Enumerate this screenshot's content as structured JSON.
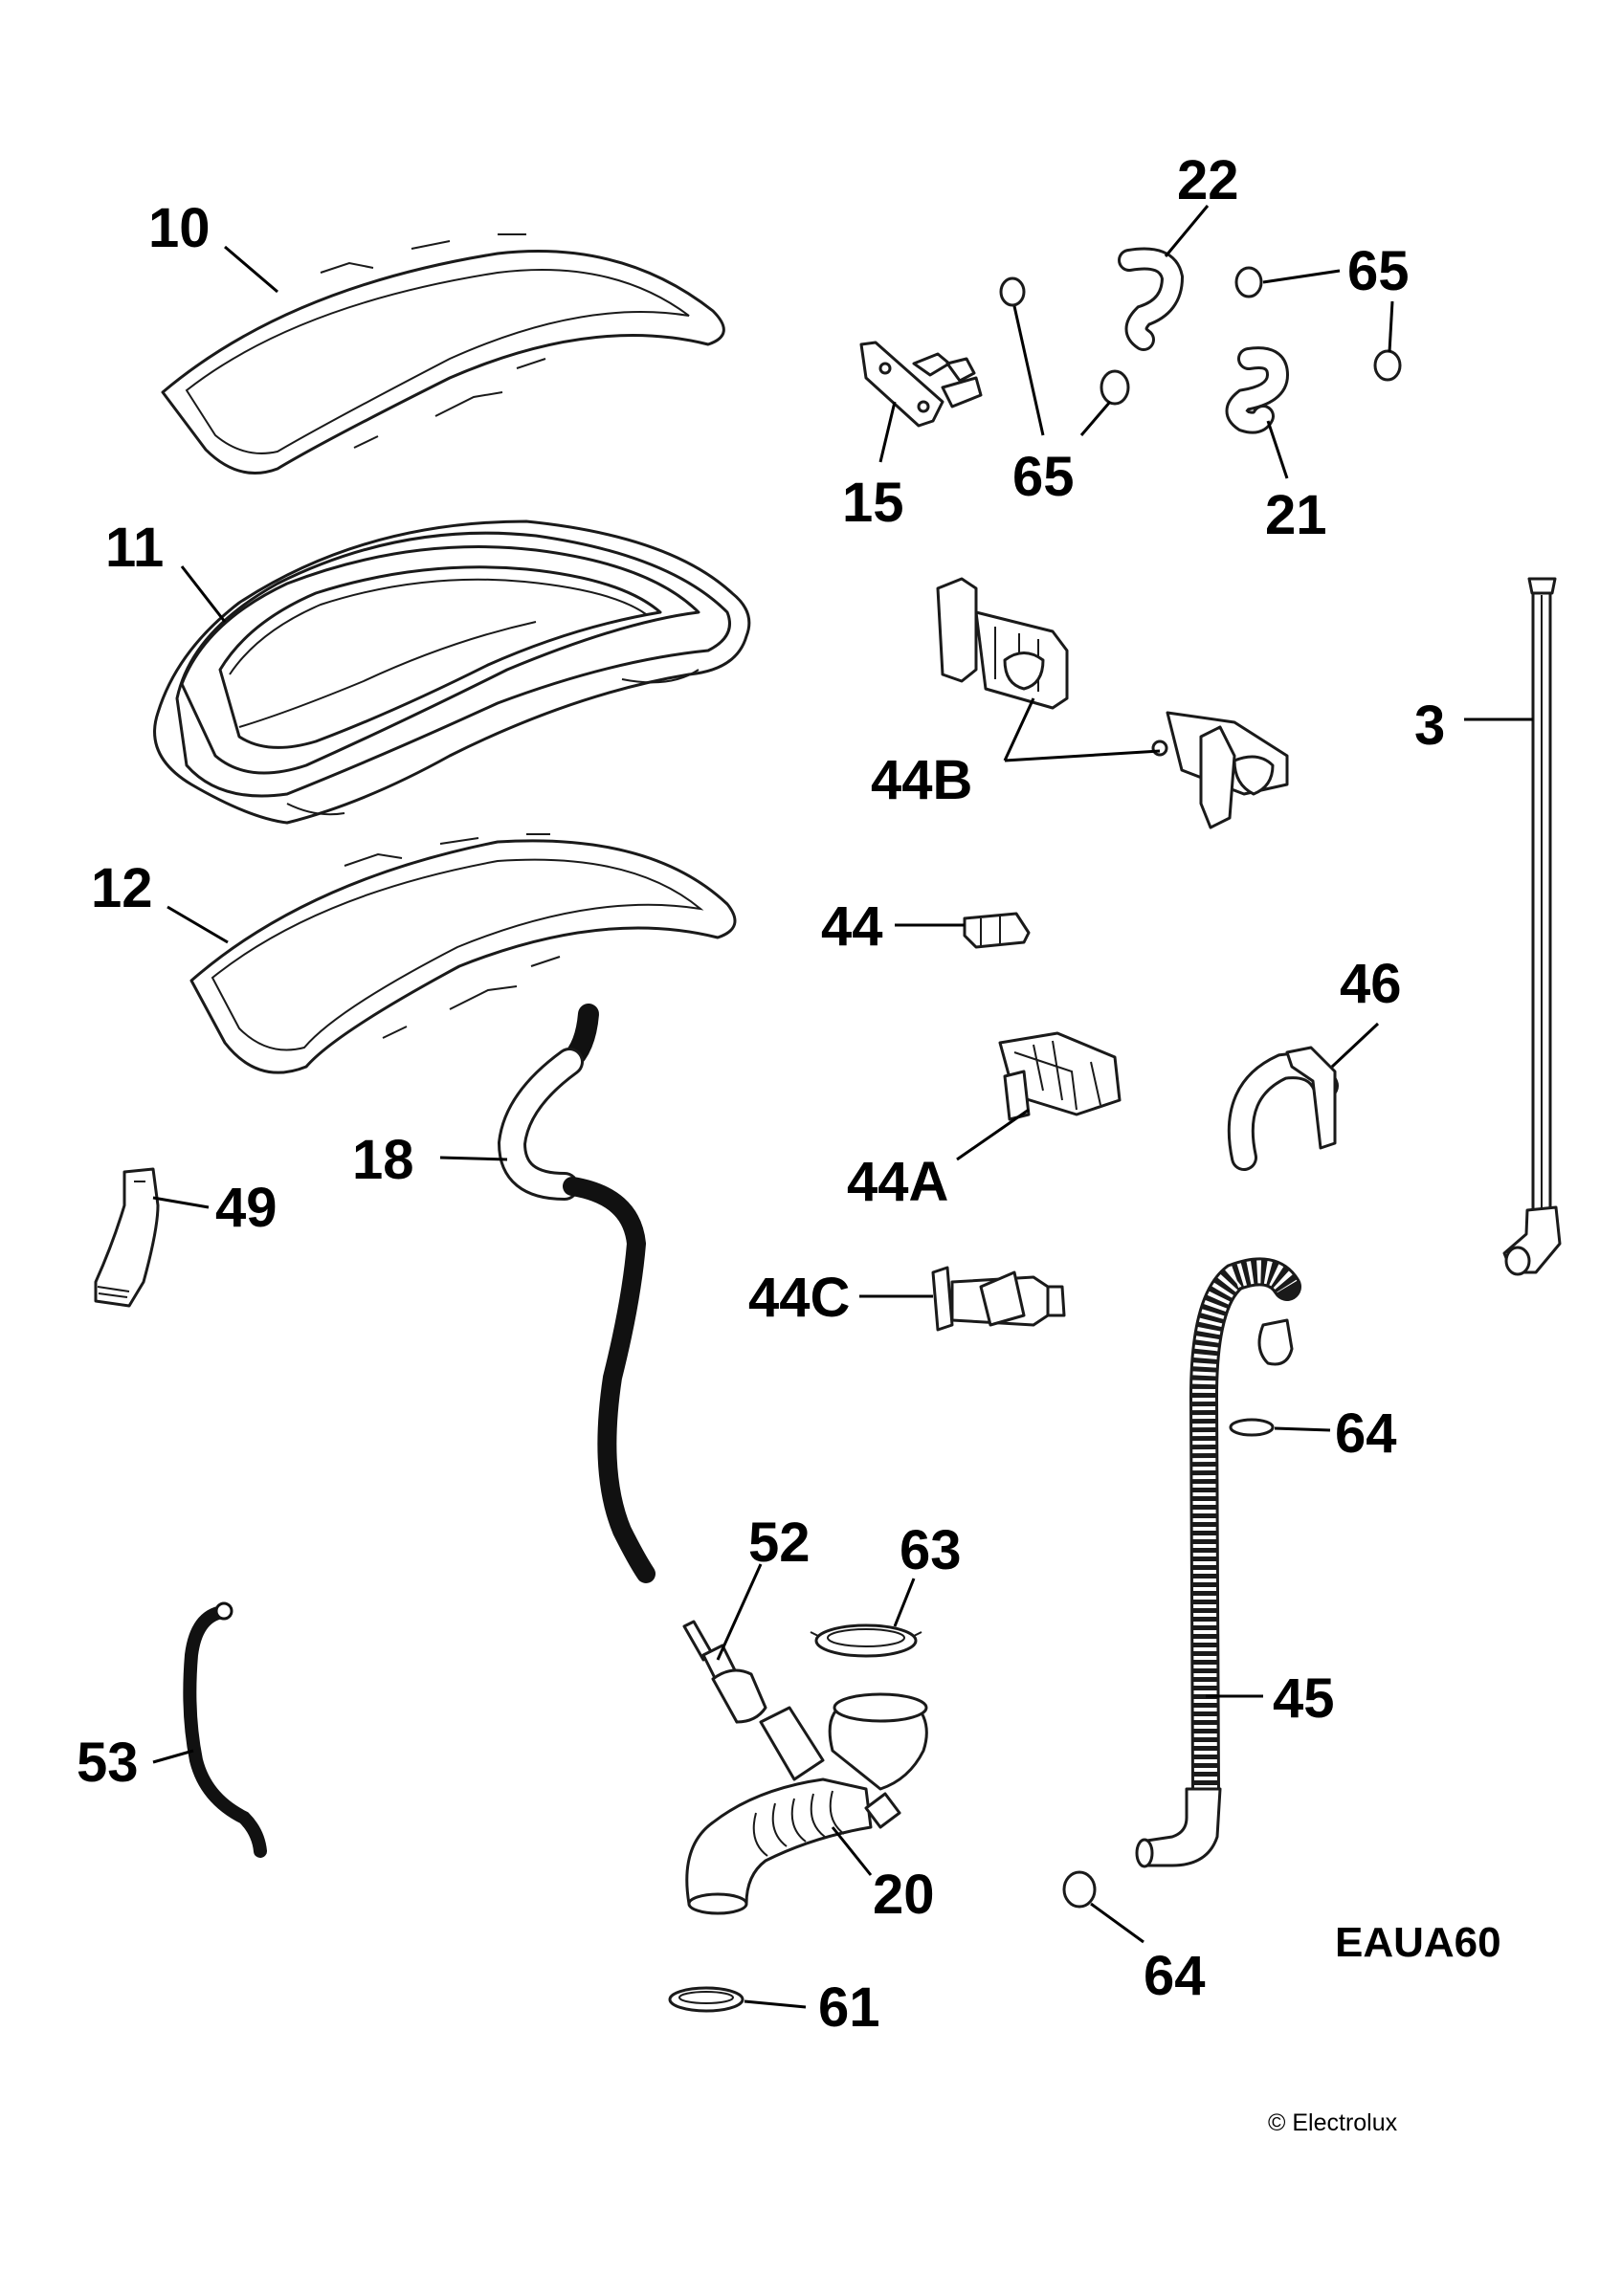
{
  "diagram": {
    "code": "EAUA60",
    "copyright": "© Electrolux"
  },
  "labels": {
    "p10": "10",
    "p11": "11",
    "p12": "12",
    "p18": "18",
    "p49": "49",
    "p53": "53",
    "p15": "15",
    "p22": "22",
    "p65a": "65",
    "p65b": "65",
    "p21": "21",
    "p44b": "44B",
    "p3": "3",
    "p44": "44",
    "p46": "46",
    "p44a": "44A",
    "p44c": "44C",
    "p64a": "64",
    "p52": "52",
    "p63": "63",
    "p45": "45",
    "p20": "20",
    "p64b": "64",
    "p61": "61"
  }
}
